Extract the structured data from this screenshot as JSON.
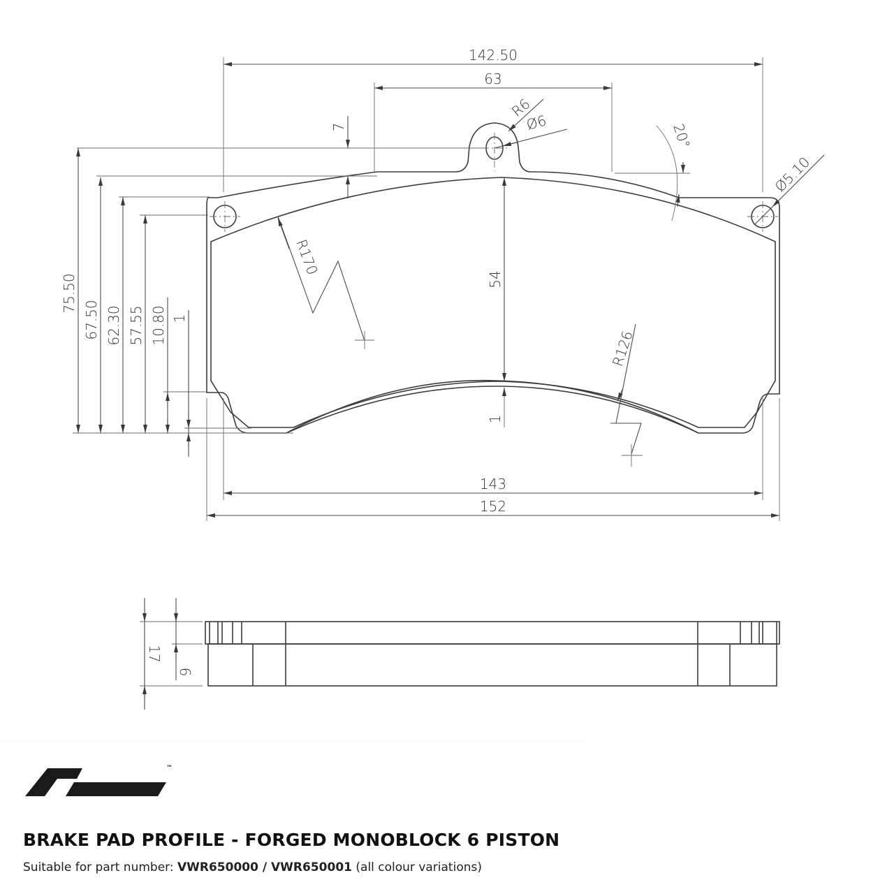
{
  "drawing": {
    "front_view": {
      "dimensions": {
        "overall_top_width": "142.50",
        "tab_span": "63",
        "tab_radius": "R6",
        "tab_hole": "Ø6",
        "tab_offset": "7",
        "chamfer_angle": "20°",
        "corner_hole": "Ø5.10",
        "outer_radius": "R170",
        "inner_radius": "R126",
        "friction_height": "54",
        "bottom_gap": "1",
        "lower_width": "143",
        "overall_width": "152",
        "height_75_50": "75.50",
        "height_67_50": "67.50",
        "height_62_30": "62.30",
        "height_57_55": "57.55",
        "height_10_80": "10.80",
        "offset_1": "1"
      }
    },
    "side_view": {
      "dimensions": {
        "total_thickness": "17",
        "backplate_thickness": "6"
      }
    }
  },
  "branding": {
    "trademark": "™"
  },
  "footer": {
    "title": "BRAKE PAD PROFILE - FORGED MONOBLOCK 6 PISTON",
    "subtitle_prefix": "Suitable for part number: ",
    "part_numbers": "VWR650000 / VWR650001",
    "subtitle_suffix": " (all colour variations)"
  },
  "colors": {
    "line": "#4a4a4a",
    "text": "#111111",
    "background": "#ffffff"
  }
}
